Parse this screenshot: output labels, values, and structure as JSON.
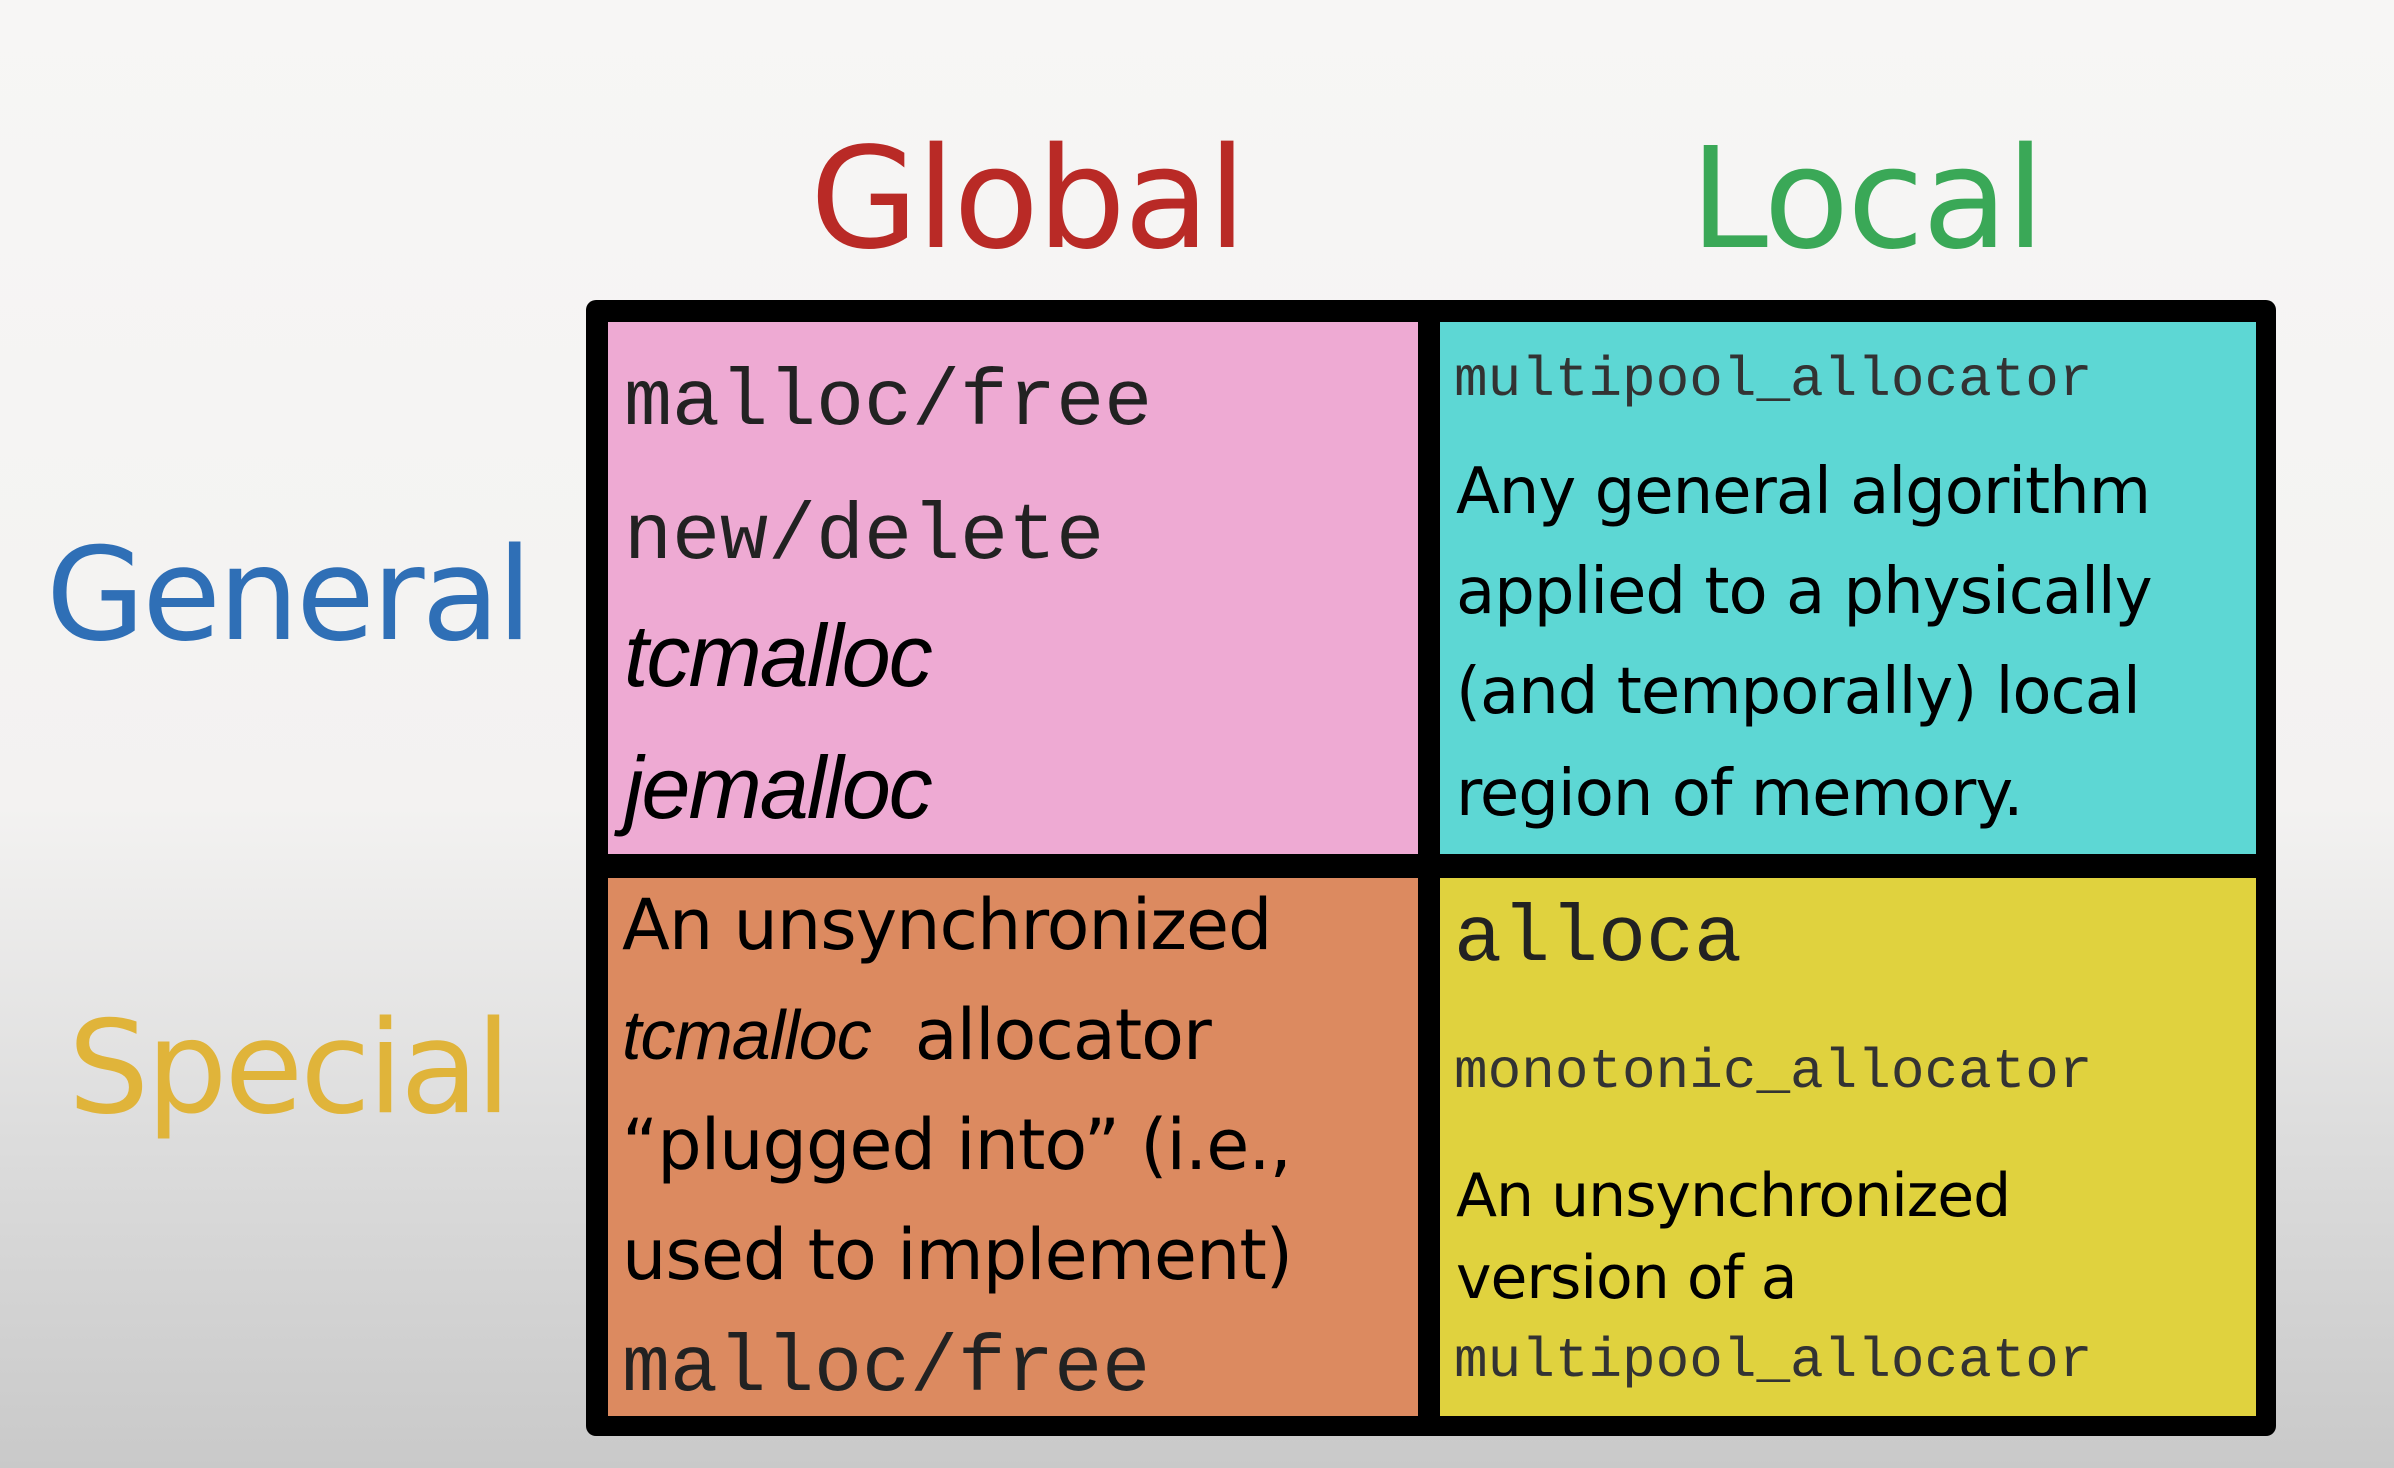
{
  "columns": {
    "global": "Global",
    "local": "Local"
  },
  "rows": {
    "general": "General",
    "special": "Special"
  },
  "cells": {
    "global_general": {
      "items": [
        "malloc/free",
        "new/delete",
        "tcmalloc",
        "jemalloc"
      ]
    },
    "local_general": {
      "code": "multipool_allocator",
      "lines": [
        "Any general algorithm",
        "applied to a physically",
        "(and temporally) local",
        "region of memory."
      ]
    },
    "global_special": {
      "line1": "An unsynchronized",
      "line2_italic": "tcmalloc",
      "line2_rest": "allocator",
      "line3": "“plugged into” (i.e.,",
      "line4": "used to implement)",
      "code": "malloc/free"
    },
    "local_special": {
      "code1": "alloca",
      "code2": "monotonic_allocator",
      "lines": [
        "An unsynchronized",
        "version of a"
      ],
      "code3": "multipool_allocator"
    }
  },
  "colors": {
    "global": "#b92a26",
    "local": "#3aa857",
    "general": "#2f6fb6",
    "special": "#e0b43a",
    "global_general_bg": "#eeaad3",
    "local_general_bg": "#5dd7d4",
    "global_special_bg": "#dc8a60",
    "local_special_bg": "#e0d23e"
  }
}
